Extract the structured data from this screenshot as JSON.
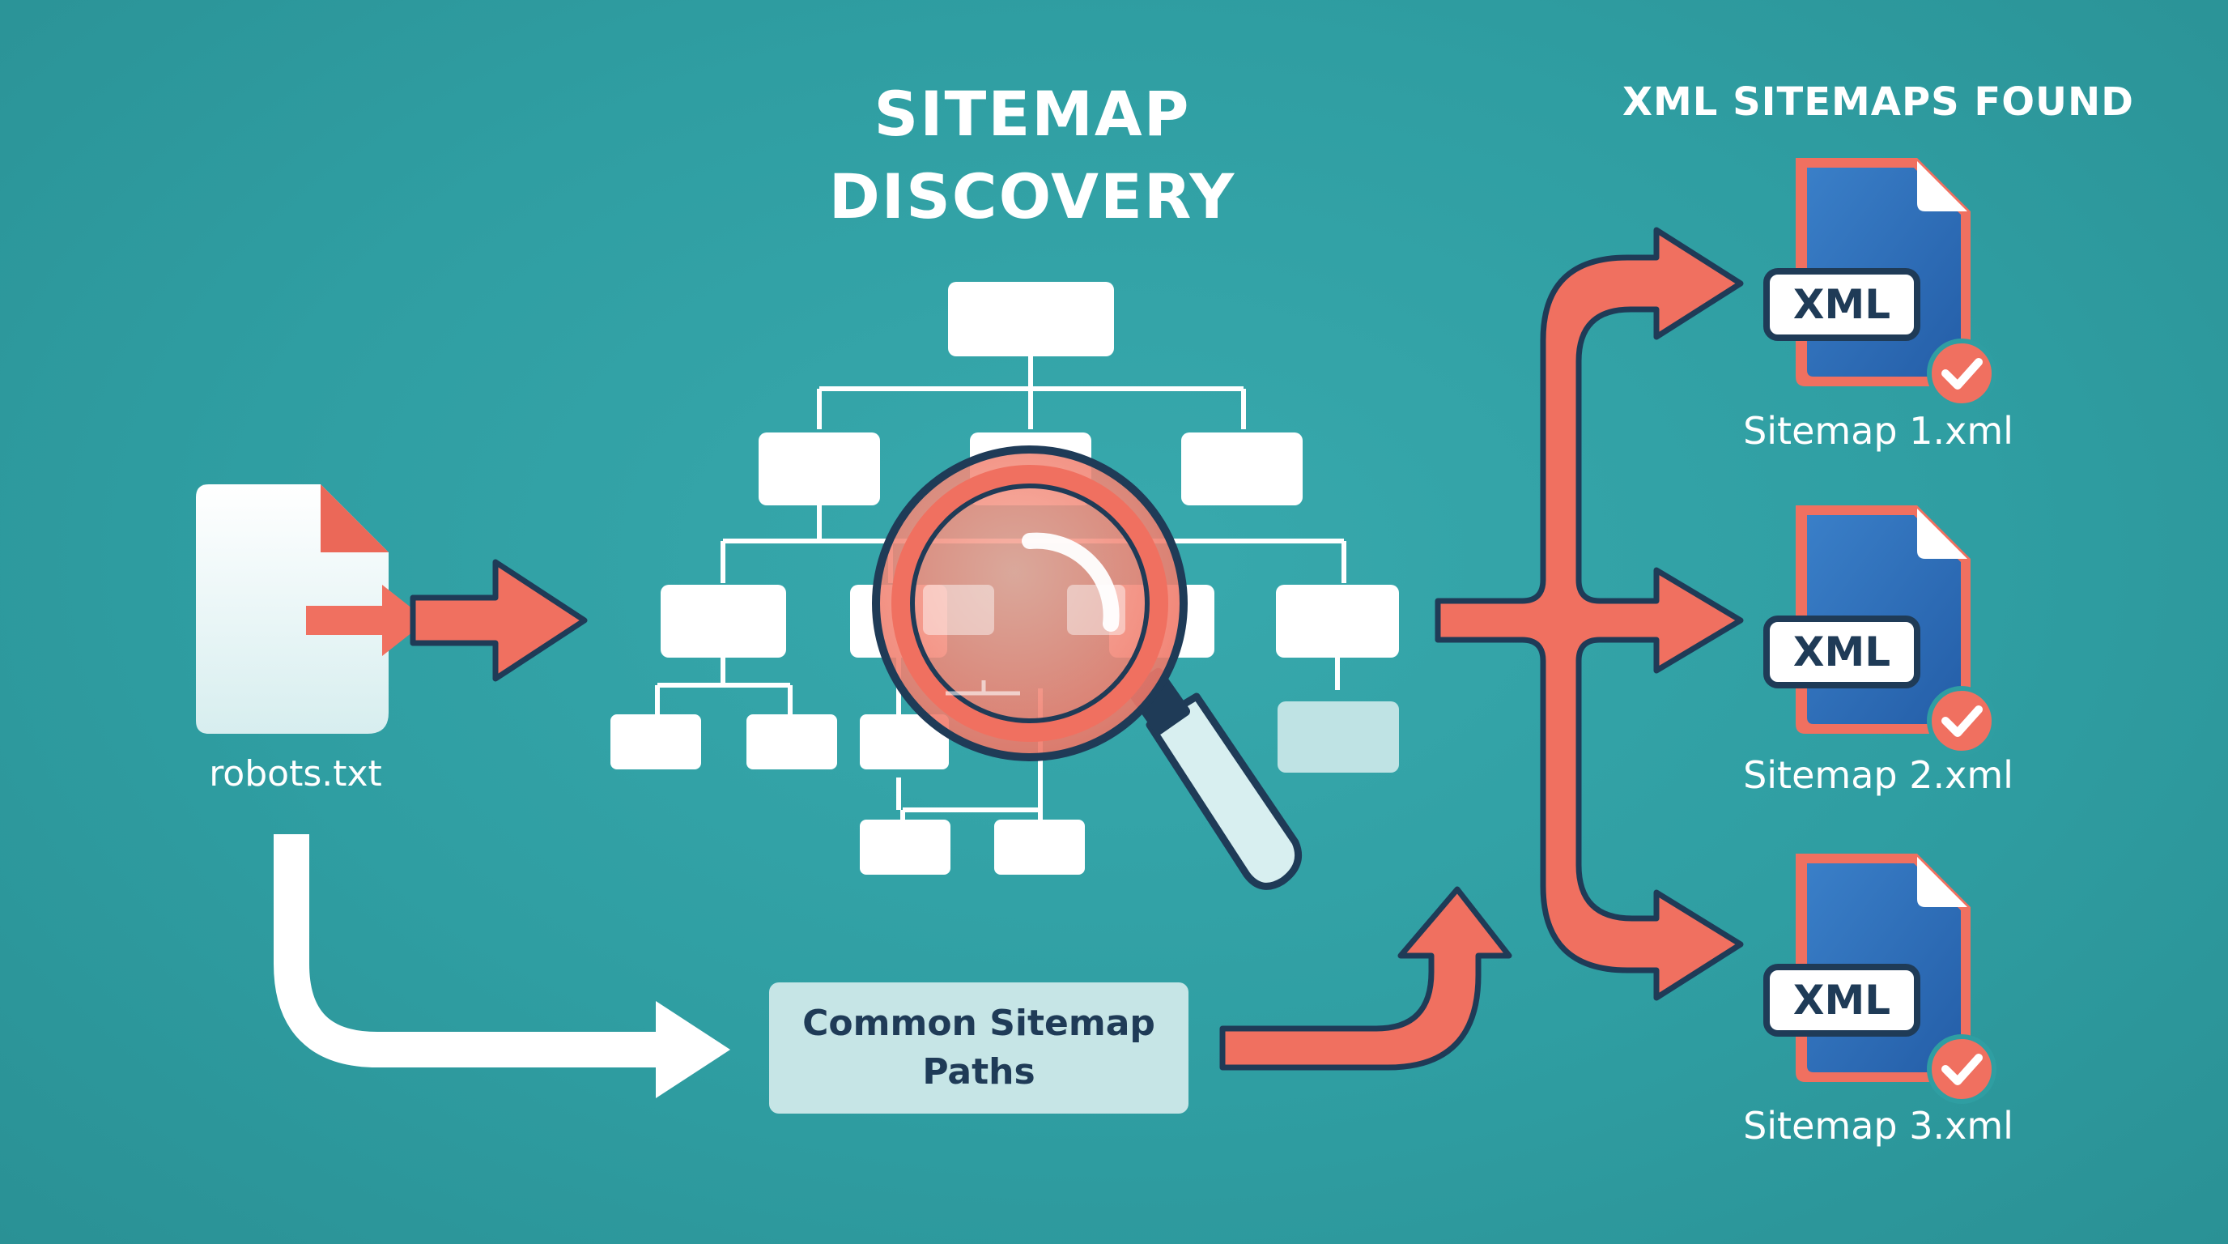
{
  "title": {
    "line1": "SITEMAP",
    "line2": "DISCOVERY"
  },
  "source": {
    "file_label": "robots.txt"
  },
  "fallback": {
    "line1": "Common Sitemap",
    "line2": "Paths"
  },
  "results": {
    "heading": "XML SITEMAPS FOUND",
    "tag": "XML",
    "files": [
      "Sitemap 1.xml",
      "Sitemap 2.xml",
      "Sitemap 3.xml"
    ]
  },
  "icons": [
    "document-icon",
    "site-tree-icon",
    "magnifier-icon",
    "xml-file-icon",
    "check-badge-icon"
  ],
  "colors": {
    "background": "#2f9ea2",
    "accent": "#f07060",
    "node": "#ffffff",
    "xml_file": "#2f6fb8",
    "text_dark": "#1f3b57"
  }
}
